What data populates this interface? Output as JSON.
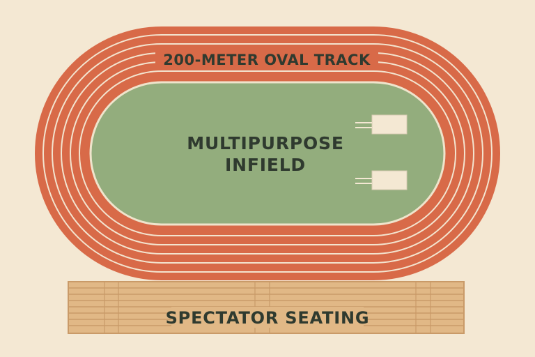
{
  "labels": {
    "track": "200-METER OVAL TRACK",
    "infield_line1": "MULTIPURPOSE",
    "infield_line2": "INFIELD",
    "seating": "SPECTATOR SEATING"
  },
  "colors": {
    "background": "#f4e8d3",
    "track": "#d86a48",
    "lane_line": "#f3e4cf",
    "infield": "#93ad7d",
    "infield_edge": "#efe4cc",
    "seating": "#e1b886",
    "seating_lines": "#c99a68",
    "text": "#2f3a2f",
    "fixture": "#f4e8d3"
  }
}
